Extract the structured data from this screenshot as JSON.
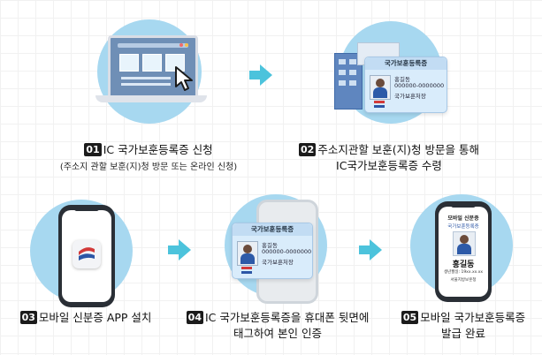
{
  "steps": [
    {
      "num": "01",
      "line1": "IC 국가보훈등록증 신청",
      "line2": "(주소지 관할 보훈(지)청 방문 또는 온라인 신청)"
    },
    {
      "num": "02",
      "line1": "주소지관할 보훈(지)청 방문을 통해",
      "line2": "IC국가보훈등록증 수령"
    },
    {
      "num": "03",
      "line1": "모바일 신분증 APP 설치"
    },
    {
      "num": "04",
      "line1": "IC 국가보훈등록증을 휴대폰 뒷면에",
      "line2": "태그하여 본인 인증"
    },
    {
      "num": "05",
      "line1": "모바일 국가보훈등록증",
      "line2": "발급 완료"
    }
  ],
  "card": {
    "title": "국가보훈등록증",
    "name": "홍길동",
    "number": "000000-0000000",
    "issuer": "국가보훈처장"
  },
  "mobile_card": {
    "header": "모바일 신분증",
    "title": "국가보훈등록증",
    "name": "홍길동",
    "detail": "생년월일: 19xx.xx.xx",
    "issuer": "서울지방보훈청"
  },
  "colors": {
    "accent": "#4cc3dc",
    "circle": "#a7d8f0"
  }
}
